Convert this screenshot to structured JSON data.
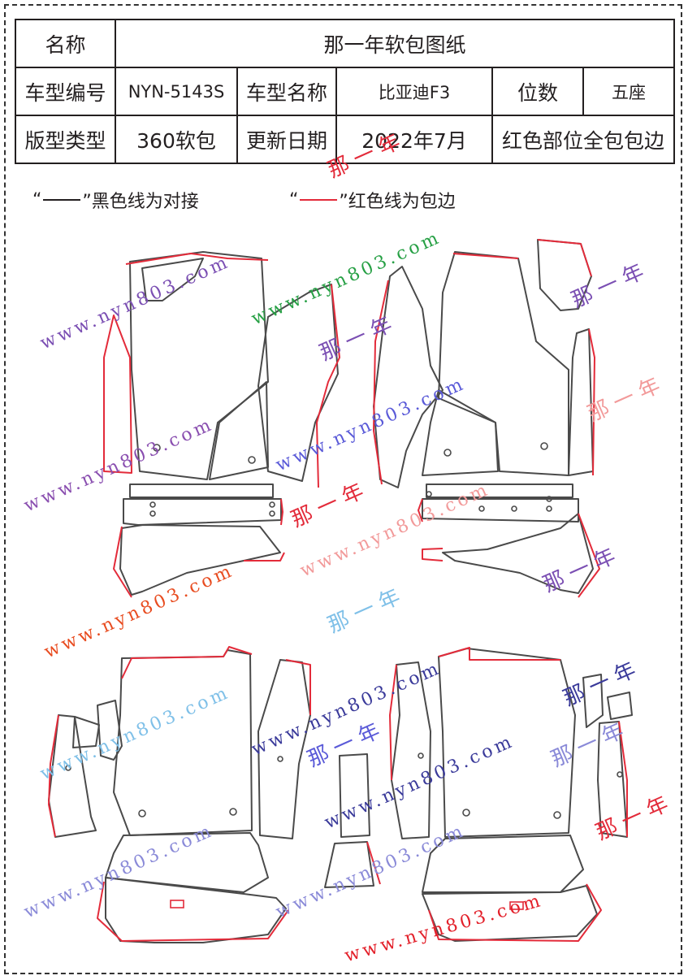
{
  "header": {
    "title_label": "名称",
    "title_value": "那一年软包图纸",
    "model_code_label": "车型编号",
    "model_code_value": "NYN-5143S",
    "model_name_label": "车型名称",
    "model_name_value": "比亚迪F3",
    "seats_label": "位数",
    "seats_value": "五座",
    "pattern_type_label": "版型类型",
    "pattern_type_value": "360软包",
    "update_date_label": "更新日期",
    "update_date_value": "2022年7月",
    "note_value": "红色部位全包包边"
  },
  "legend": {
    "black_open": "“",
    "black_close": "”黑色线为对接",
    "red_open": "“",
    "red_close": "”红色线为包边",
    "black_color": "#231f20",
    "red_color": "#e32b3a"
  },
  "watermark": {
    "url": "www.nyn803.com",
    "brand": "那一年"
  },
  "colors": {
    "seam": "#4a4a4a",
    "edge": "#e32b3a"
  }
}
